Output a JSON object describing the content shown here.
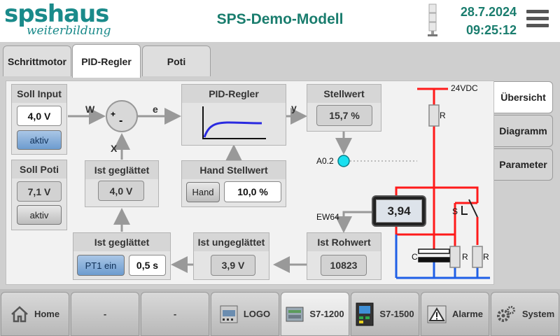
{
  "header": {
    "logo_main": "spshaus",
    "logo_sub": "weiterbildung",
    "title": "SPS-Demo-Modell",
    "date": "28.7.2024",
    "time": "09:25:12"
  },
  "tabs": [
    {
      "label": "Schrittmotor",
      "active": false
    },
    {
      "label": "PID-Regler",
      "active": true
    },
    {
      "label": "Poti",
      "active": false
    }
  ],
  "side_tabs": [
    {
      "label": "Übersicht",
      "active": true
    },
    {
      "label": "Diagramm",
      "active": false
    },
    {
      "label": "Parameter",
      "active": false
    }
  ],
  "soll_input": {
    "title": "Soll Input",
    "value": "4,0 V",
    "button": "aktiv"
  },
  "soll_poti": {
    "title": "Soll Poti",
    "value": "7,1 V",
    "button": "aktiv"
  },
  "summing": {
    "w": "W",
    "e": "e",
    "x": "X",
    "plus": "+",
    "minus": "-"
  },
  "pid": {
    "title": "PID-Regler",
    "y": "y"
  },
  "stellwert": {
    "title": "Stellwert",
    "value": "15,7 %"
  },
  "ist_geglaettet_top": {
    "title": "Ist geglättet",
    "value": "4,0 V"
  },
  "hand_stellwert": {
    "title": "Hand Stellwert",
    "button": "Hand",
    "value": "10,0 %"
  },
  "ist_geglaettet_bottom": {
    "title": "Ist geglättet",
    "button": "PT1 ein",
    "value": "0,5 s"
  },
  "ist_ungeglaettet": {
    "title": "Ist ungeglättet",
    "value": "3,9 V"
  },
  "ist_rohwert": {
    "title": "Ist Rohwert",
    "value": "10823"
  },
  "circuit": {
    "supply": "24VDC",
    "output_label": "A0.2",
    "input_label": "EW64",
    "display_value": "3,94",
    "r": "R",
    "c": "C",
    "s": "S"
  },
  "nav": [
    {
      "label": "Home",
      "icon": "home-icon",
      "active": false
    },
    {
      "label": "-",
      "icon": "",
      "active": false
    },
    {
      "label": "-",
      "icon": "",
      "active": false
    },
    {
      "label": "LOGO",
      "icon": "logo-plc-icon",
      "active": false
    },
    {
      "label": "S7-1200",
      "icon": "s7-1200-icon",
      "active": true
    },
    {
      "label": "S7-1500",
      "icon": "s7-1500-icon",
      "active": false
    },
    {
      "label": "Alarme",
      "icon": "warning-icon",
      "active": false
    },
    {
      "label": "System",
      "icon": "gears-icon",
      "active": false
    }
  ],
  "colors": {
    "brand": "#1a8a8a",
    "wire_red": "#ff1a1a",
    "wire_blue": "#1f5fe6",
    "output_led": "#19e0f0"
  }
}
